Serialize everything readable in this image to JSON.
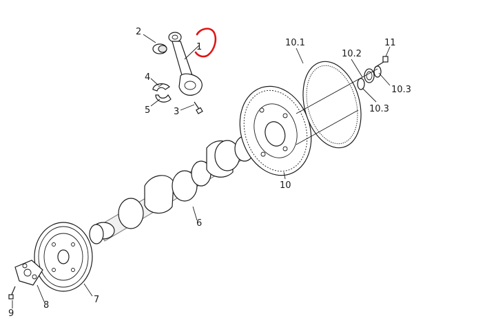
{
  "diagram": {
    "labels": {
      "p1": "1",
      "p2": "2",
      "p3": "3",
      "p4": "4",
      "p5": "5",
      "p6": "6",
      "p7": "7",
      "p8": "8",
      "p9": "9",
      "p10": "10",
      "p10_1": "10.1",
      "p10_2": "10.2",
      "p10_3a": "10.3",
      "p10_3b": "10.3",
      "p11": "11"
    },
    "highlight": {
      "target": "1",
      "color": "#e01414"
    }
  }
}
